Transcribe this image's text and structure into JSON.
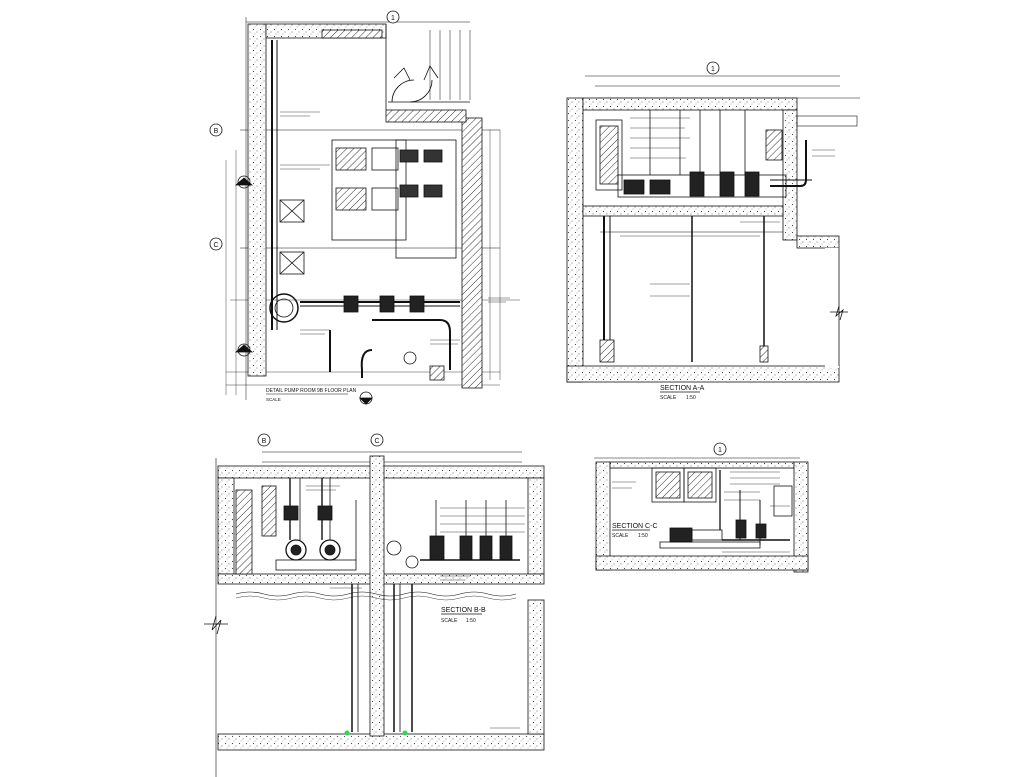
{
  "plan": {
    "title": "DETAIL PUMP ROOM 9B FLOOR PLAN",
    "scale_text": "SCALE",
    "grid_markers": [
      "B",
      "C"
    ],
    "section_marker": "1"
  },
  "section_a": {
    "title": "SECTION A-A",
    "scale_label": "SCALE",
    "scale_value": "1:50",
    "marker": "1"
  },
  "section_b": {
    "title": "SECTION B-B",
    "scale_label": "SCALE",
    "scale_value": "1:50",
    "markers": [
      "B",
      "C"
    ]
  },
  "section_c": {
    "title": "SECTION C-C",
    "scale_label": "SCALE",
    "scale_value": "1:50",
    "marker": "1"
  },
  "colors": {
    "line": "#111111",
    "hatch": "#555555",
    "accent_dot": "#2fd84a"
  }
}
